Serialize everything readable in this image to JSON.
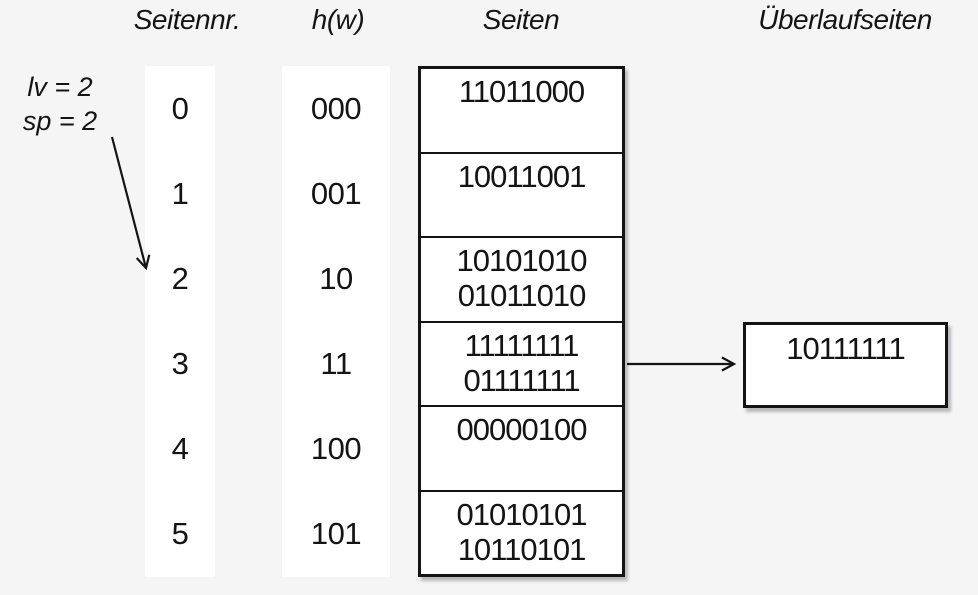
{
  "diagram": {
    "headers": {
      "seitennr": "Seitennr.",
      "hw": "h(w)",
      "seiten": "Seiten",
      "ueberlaufseiten": "Überlaufseiten"
    },
    "annotation": {
      "line1": "lv = 2",
      "line2": "sp = 2",
      "points_to_row_nr": "2"
    },
    "rows": [
      {
        "nr": "0",
        "hw": "000",
        "values": [
          "11011000"
        ]
      },
      {
        "nr": "1",
        "hw": "001",
        "values": [
          "10011001"
        ]
      },
      {
        "nr": "2",
        "hw": "10",
        "values": [
          "10101010",
          "01011010"
        ]
      },
      {
        "nr": "3",
        "hw": "11",
        "values": [
          "11111111",
          "01111111"
        ]
      },
      {
        "nr": "4",
        "hw": "100",
        "values": [
          "00000100"
        ]
      },
      {
        "nr": "5",
        "hw": "101",
        "values": [
          "01010101",
          "10110101"
        ]
      }
    ],
    "overflow": {
      "values": [
        "10111111"
      ],
      "linked_row_nr": "3"
    },
    "colors": {
      "background": "#f5f5f6",
      "panel": "#ffffff",
      "ink": "#141414"
    }
  }
}
